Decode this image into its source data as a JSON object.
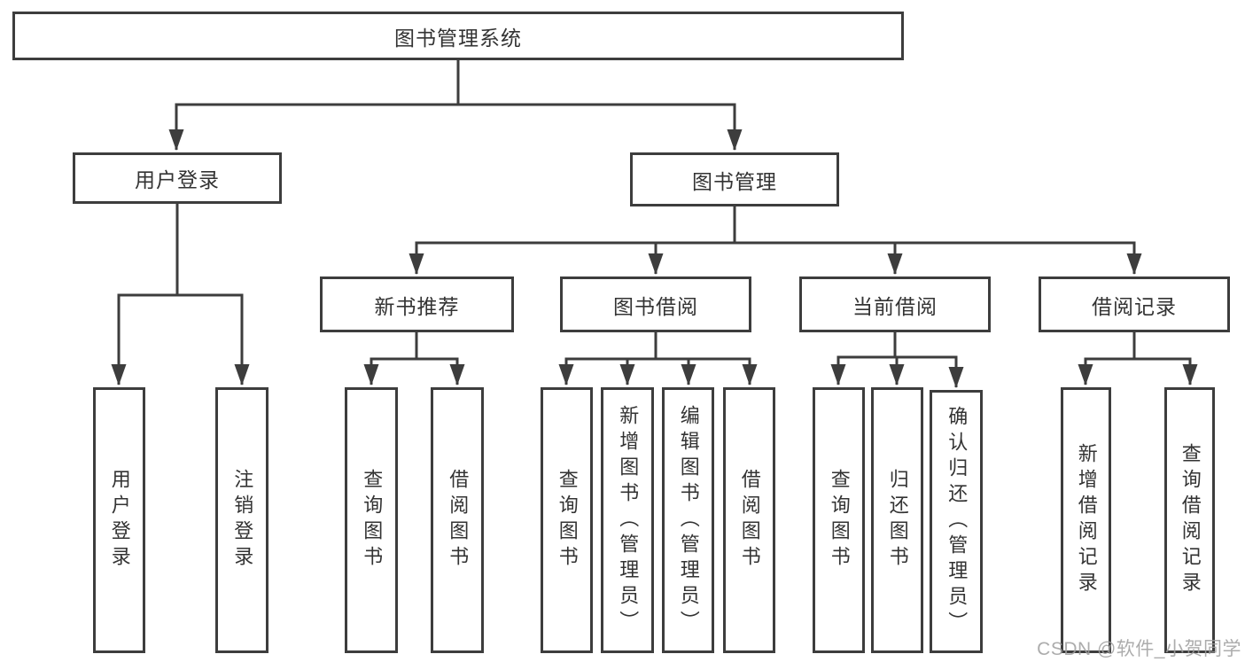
{
  "title": "图书管理系统",
  "tree": {
    "root": {
      "label": "图书管理系统"
    },
    "branches": [
      {
        "label": "用户登录",
        "children": [
          {
            "label": "用户登录"
          },
          {
            "label": "注销登录"
          }
        ]
      },
      {
        "label": "图书管理",
        "children": [
          {
            "label": "新书推荐",
            "children": [
              {
                "label": "查询图书"
              },
              {
                "label": "借阅图书"
              }
            ]
          },
          {
            "label": "图书借阅",
            "children": [
              {
                "label": "查询图书"
              },
              {
                "label": "新增图书（管理员）"
              },
              {
                "label": "编辑图书（管理员）"
              },
              {
                "label": "借阅图书"
              }
            ]
          },
          {
            "label": "当前借阅",
            "children": [
              {
                "label": "查询图书"
              },
              {
                "label": "归还图书"
              },
              {
                "label": "确认归还（管理员）"
              }
            ]
          },
          {
            "label": "借阅记录",
            "children": [
              {
                "label": "新增借阅记录"
              },
              {
                "label": "查询借阅记录"
              }
            ]
          }
        ]
      }
    ]
  },
  "watermark": {
    "text": "CSDN @软件_小贺同学"
  },
  "colors": {
    "line": "#3d3d3d",
    "text": "#333333",
    "background": "#ffffff",
    "watermark": "#9e9e9e"
  }
}
